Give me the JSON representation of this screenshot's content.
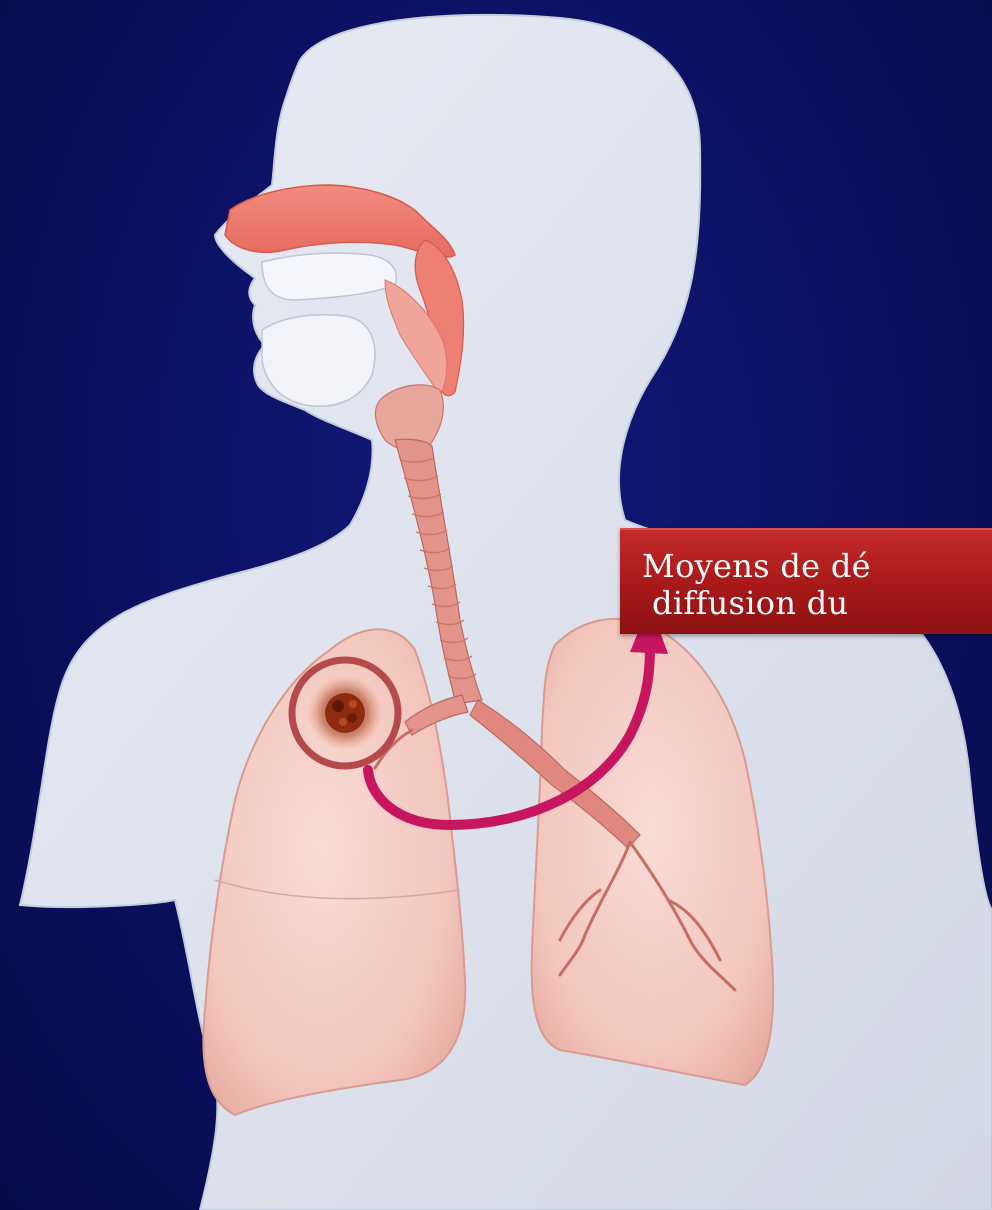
{
  "callout": {
    "line1": "Moyens de dé",
    "line2": "diffusion du"
  },
  "colors": {
    "background": "#0b1060",
    "body_silhouette": "#dfe3ee",
    "nasal_tissue": "#ee7f73",
    "trachea": "#e4938a",
    "lung": "#f4cdc6",
    "tumor": "#9a3214",
    "circle_marker": "#b44a4a",
    "arrow": "#c8155f",
    "callout_box": "#a71818"
  },
  "icons": {
    "arrow": "curved-arrow-icon",
    "marker": "tumor-circle-marker"
  }
}
